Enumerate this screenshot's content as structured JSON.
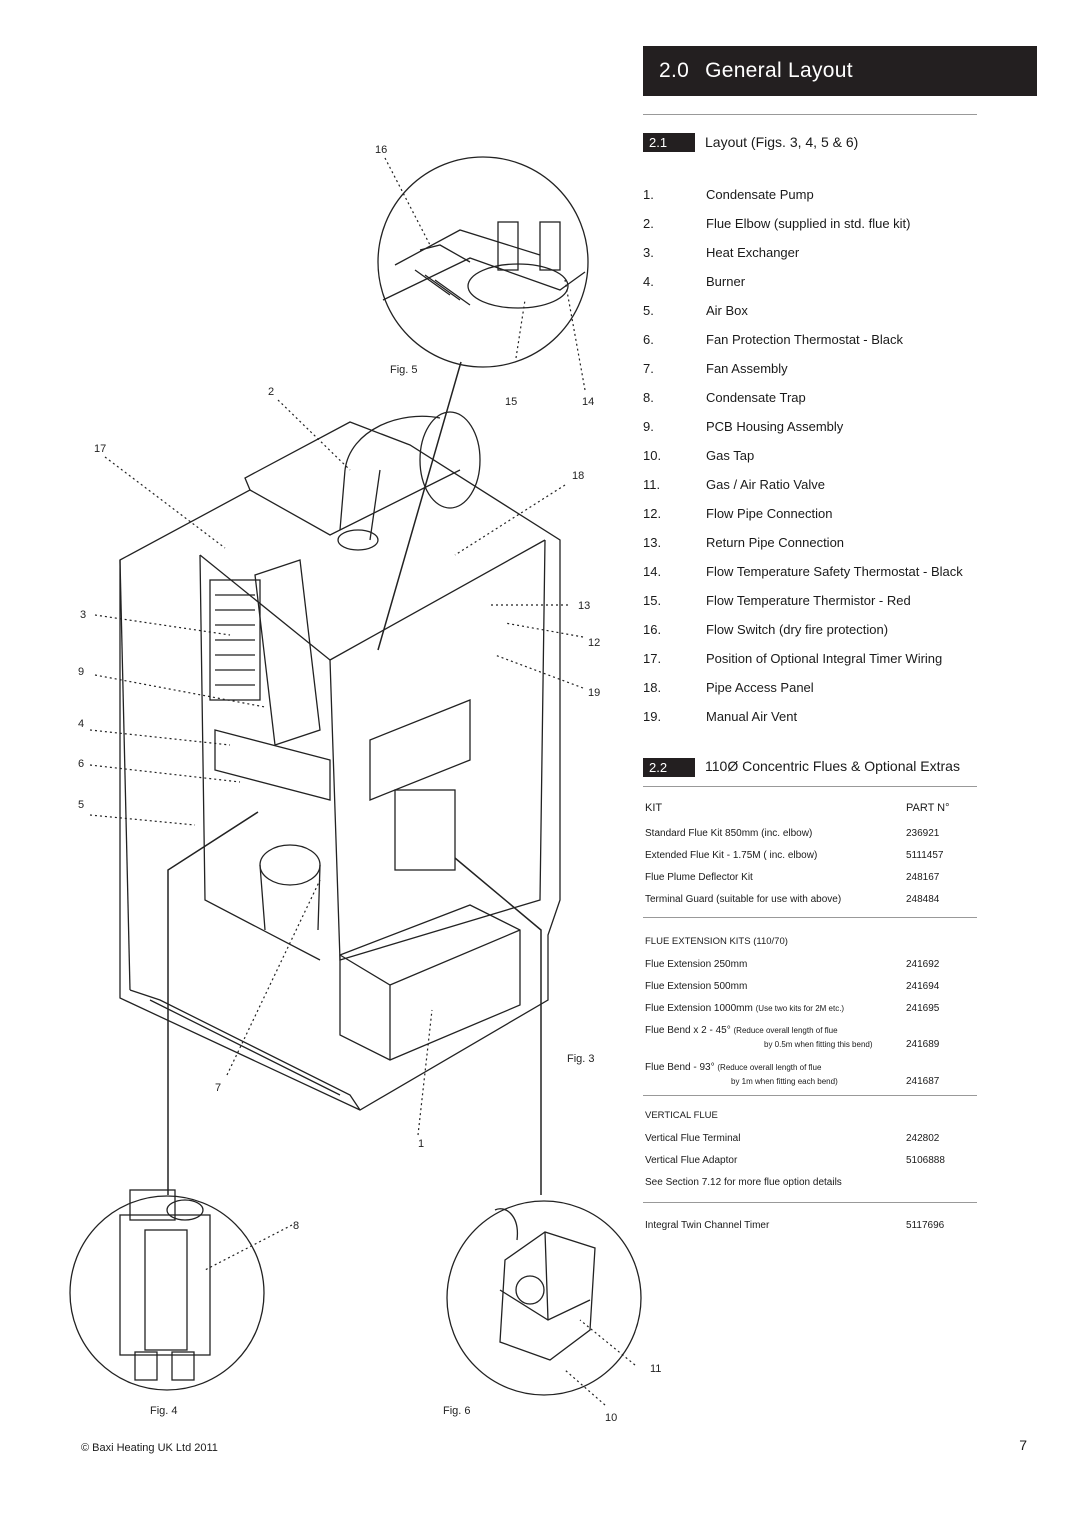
{
  "header": {
    "number": "2.0",
    "title": "General Layout"
  },
  "section1": {
    "number": "2.1",
    "title": "Layout (Figs. 3, 4, 5 & 6)",
    "items": [
      {
        "n": "1.",
        "t": "Condensate Pump"
      },
      {
        "n": "2.",
        "t": "Flue Elbow (supplied in std. flue kit)"
      },
      {
        "n": "3.",
        "t": "Heat Exchanger"
      },
      {
        "n": "4.",
        "t": "Burner"
      },
      {
        "n": "5.",
        "t": "Air Box"
      },
      {
        "n": "6.",
        "t": "Fan Protection Thermostat - Black"
      },
      {
        "n": "7.",
        "t": "Fan Assembly"
      },
      {
        "n": "8.",
        "t": "Condensate Trap"
      },
      {
        "n": "9.",
        "t": "PCB Housing Assembly"
      },
      {
        "n": "10.",
        "t": "Gas Tap"
      },
      {
        "n": "11.",
        "t": "Gas / Air Ratio Valve"
      },
      {
        "n": "12.",
        "t": "Flow Pipe Connection"
      },
      {
        "n": "13.",
        "t": "Return Pipe Connection"
      },
      {
        "n": "14.",
        "t": "Flow Temperature Safety Thermostat - Black"
      },
      {
        "n": "15.",
        "t": "Flow Temperature Thermistor - Red"
      },
      {
        "n": "16.",
        "t": "Flow Switch (dry fire protection)"
      },
      {
        "n": "17.",
        "t": "Position of Optional Integral Timer Wiring"
      },
      {
        "n": "18.",
        "t": "Pipe Access Panel"
      },
      {
        "n": "19.",
        "t": "Manual Air Vent"
      }
    ]
  },
  "section2": {
    "number": "2.2",
    "title": "110Ø Concentric Flues & Optional Extras",
    "col_kit": "KIT",
    "col_part": "PART N°",
    "kits": [
      {
        "name": "Standard Flue Kit 850mm (inc. elbow)",
        "part": "236921"
      },
      {
        "name": "Extended Flue Kit - 1.75M ( inc. elbow)",
        "part": "5111457"
      },
      {
        "name": "Flue Plume Deflector Kit",
        "part": "248167"
      },
      {
        "name": "Terminal Guard (suitable for use with above)",
        "part": "248484"
      }
    ],
    "ext_head": "FLUE EXTENSION KITS (110/70)",
    "ext": [
      {
        "name": "Flue Extension 250mm",
        "part": "241692"
      },
      {
        "name": "Flue Extension 500mm",
        "part": "241694"
      },
      {
        "name": "Flue Extension 1000mm",
        "note": "(Use two kits for 2M etc.)",
        "part": "241695"
      }
    ],
    "bend45": {
      "name": "Flue Bend x 2 - 45°",
      "note1": "(Reduce overall length of flue",
      "note2": "by 0.5m when fitting this bend)",
      "part": "241689"
    },
    "bend93": {
      "name": "Flue Bend - 93°",
      "note1": "(Reduce overall length of flue",
      "note2": "by 1m when fitting each bend)",
      "part": "241687"
    },
    "vert_head": "VERTICAL FLUE",
    "vert": [
      {
        "name": "Vertical Flue Terminal",
        "part": "242802"
      },
      {
        "name": "Vertical Flue Adaptor",
        "part": "5106888"
      }
    ],
    "see_note": "See Section 7.12 for more flue option details",
    "timer": {
      "name": "Integral Twin Channel Timer",
      "part": "5117696"
    }
  },
  "figures": {
    "fig3": "Fig. 3",
    "fig4": "Fig. 4",
    "fig5": "Fig. 5",
    "fig6": "Fig. 6",
    "callouts": [
      "1",
      "2",
      "3",
      "4",
      "5",
      "6",
      "7",
      "8",
      "9",
      "10",
      "11",
      "12",
      "13",
      "14",
      "15",
      "16",
      "17",
      "18",
      "19"
    ]
  },
  "footer": {
    "copyright": "© Baxi Heating UK Ltd 2011",
    "page": "7"
  }
}
